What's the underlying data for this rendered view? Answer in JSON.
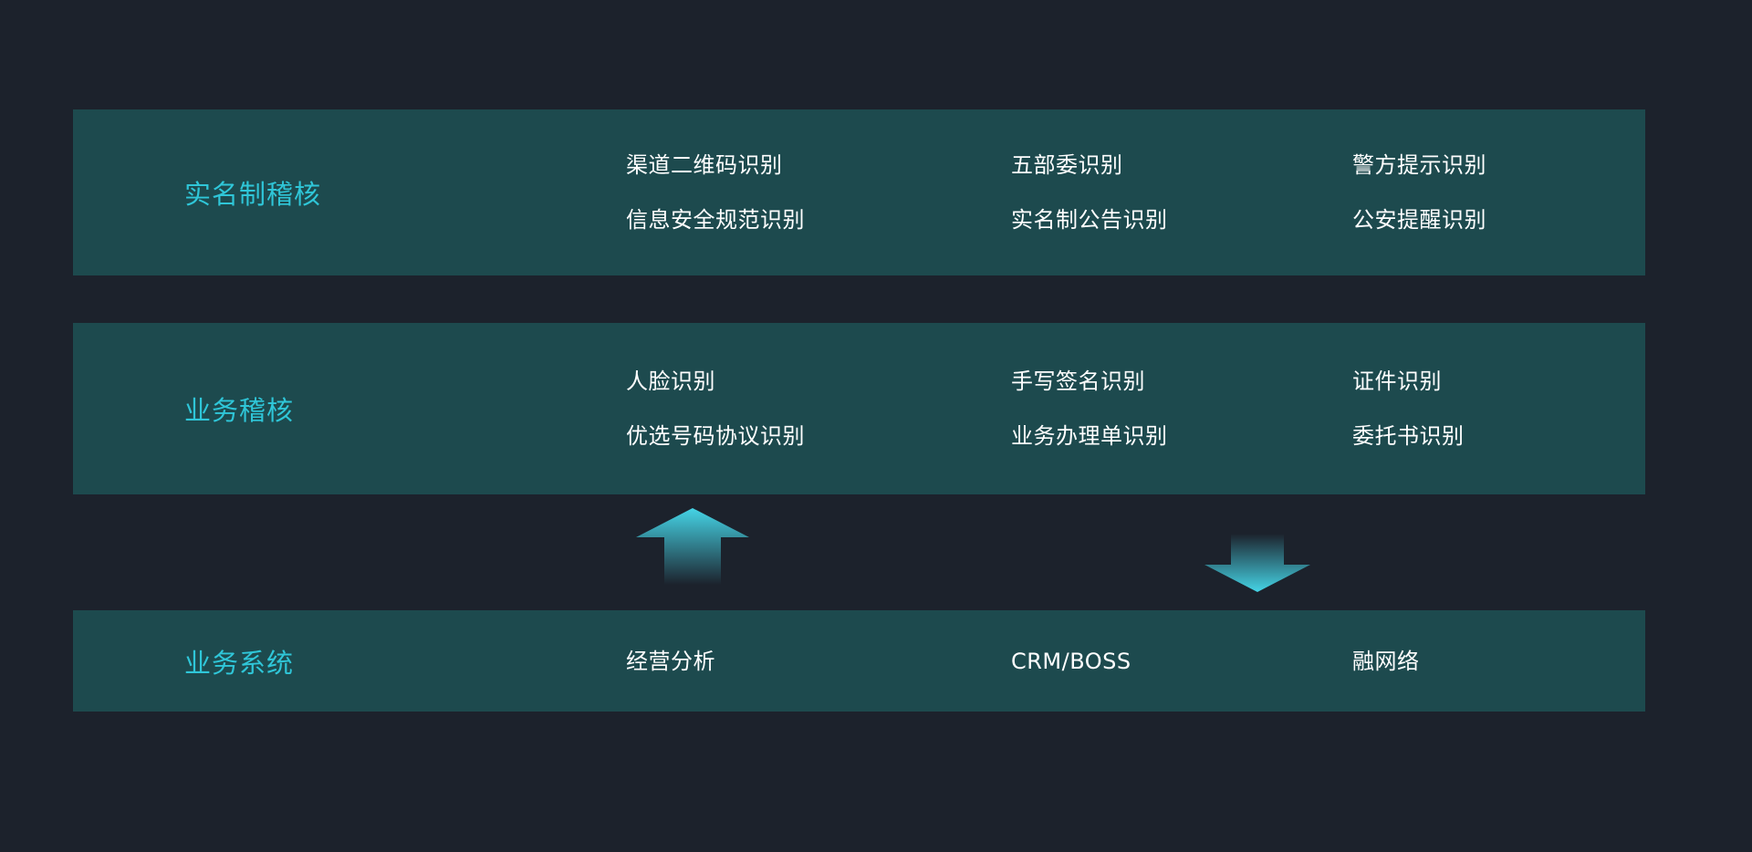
{
  "colors": {
    "page_bg": "#1c222c",
    "band_bg": "#1d4a4e",
    "title_color": "#2fc6d8",
    "text_color": "#ffffff",
    "arrow_color": "#45d4e6"
  },
  "bands": [
    {
      "title": "实名制稽核",
      "columns": [
        {
          "items": [
            "渠道二维码识别",
            "信息安全规范识别"
          ]
        },
        {
          "items": [
            "五部委识别",
            "实名制公告识别"
          ]
        },
        {
          "items": [
            "警方提示识别",
            "公安提醒识别"
          ]
        }
      ]
    },
    {
      "title": "业务稽核",
      "columns": [
        {
          "items": [
            "人脸识别",
            "优选号码协议识别"
          ]
        },
        {
          "items": [
            "手写签名识别",
            "业务办理单识别"
          ]
        },
        {
          "items": [
            "证件识别",
            "委托书识别"
          ]
        }
      ]
    },
    {
      "title": "业务系统",
      "columns": [
        {
          "items": [
            "经营分析"
          ]
        },
        {
          "items": [
            "CRM/BOSS"
          ]
        },
        {
          "items": [
            "融网络"
          ]
        }
      ]
    }
  ],
  "arrows": [
    {
      "direction": "up"
    },
    {
      "direction": "down"
    }
  ]
}
